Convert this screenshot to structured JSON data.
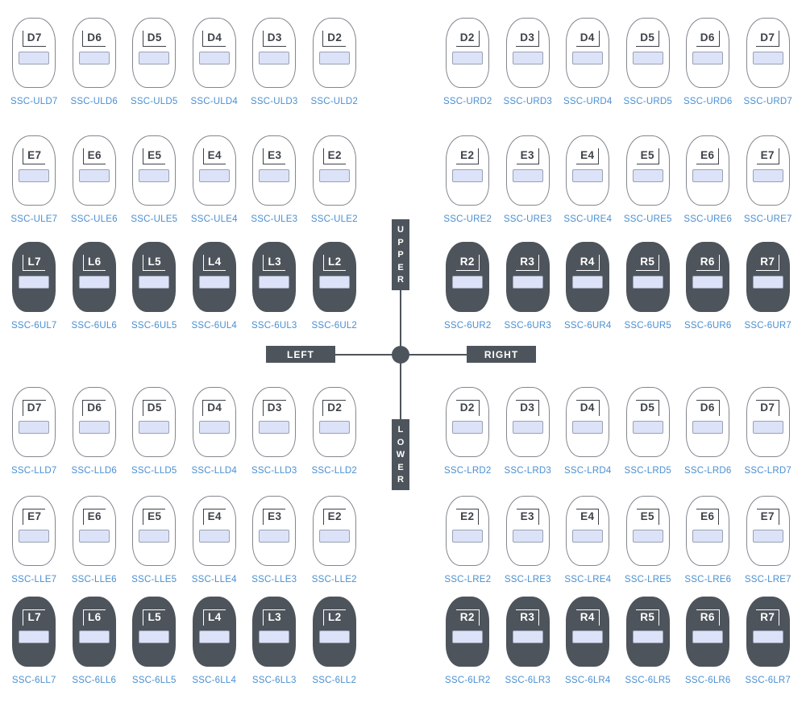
{
  "colors": {
    "link_blue": "#4A8FD1",
    "dark_slate": "#4E545B",
    "band_fill": "#DCE2F8",
    "band_border": "#99A1B2",
    "tooth_outline": "#82878D",
    "label_ink": "#3E4349"
  },
  "center_cross": {
    "upper_label": "UPPER",
    "lower_label": "LOWER",
    "left_label": "LEFT",
    "right_label": "RIGHT"
  },
  "rows": [
    {
      "name": "upper-d",
      "arch": "upper",
      "style": "light",
      "left": [
        {
          "label": "D7",
          "code": "SSC-ULD7"
        },
        {
          "label": "D6",
          "code": "SSC-ULD6"
        },
        {
          "label": "D5",
          "code": "SSC-ULD5"
        },
        {
          "label": "D4",
          "code": "SSC-ULD4"
        },
        {
          "label": "D3",
          "code": "SSC-ULD3"
        },
        {
          "label": "D2",
          "code": "SSC-ULD2"
        }
      ],
      "right": [
        {
          "label": "D2",
          "code": "SSC-URD2"
        },
        {
          "label": "D3",
          "code": "SSC-URD3"
        },
        {
          "label": "D4",
          "code": "SSC-URD4"
        },
        {
          "label": "D5",
          "code": "SSC-URD5"
        },
        {
          "label": "D6",
          "code": "SSC-URD6"
        },
        {
          "label": "D7",
          "code": "SSC-URD7"
        }
      ]
    },
    {
      "name": "upper-e",
      "arch": "upper",
      "style": "light",
      "left": [
        {
          "label": "E7",
          "code": "SSC-ULE7"
        },
        {
          "label": "E6",
          "code": "SSC-ULE6"
        },
        {
          "label": "E5",
          "code": "SSC-ULE5"
        },
        {
          "label": "E4",
          "code": "SSC-ULE4"
        },
        {
          "label": "E3",
          "code": "SSC-ULE3"
        },
        {
          "label": "E2",
          "code": "SSC-ULE2"
        }
      ],
      "right": [
        {
          "label": "E2",
          "code": "SSC-URE2"
        },
        {
          "label": "E3",
          "code": "SSC-URE3"
        },
        {
          "label": "E4",
          "code": "SSC-URE4"
        },
        {
          "label": "E5",
          "code": "SSC-URE5"
        },
        {
          "label": "E6",
          "code": "SSC-URE6"
        },
        {
          "label": "E7",
          "code": "SSC-URE7"
        }
      ]
    },
    {
      "name": "upper-6",
      "arch": "upper",
      "style": "dark",
      "left": [
        {
          "label": "L7",
          "code": "SSC-6UL7"
        },
        {
          "label": "L6",
          "code": "SSC-6UL6"
        },
        {
          "label": "L5",
          "code": "SSC-6UL5"
        },
        {
          "label": "L4",
          "code": "SSC-6UL4"
        },
        {
          "label": "L3",
          "code": "SSC-6UL3"
        },
        {
          "label": "L2",
          "code": "SSC-6UL2"
        }
      ],
      "right": [
        {
          "label": "R2",
          "code": "SSC-6UR2"
        },
        {
          "label": "R3",
          "code": "SSC-6UR3"
        },
        {
          "label": "R4",
          "code": "SSC-6UR4"
        },
        {
          "label": "R5",
          "code": "SSC-6UR5"
        },
        {
          "label": "R6",
          "code": "SSC-6UR6"
        },
        {
          "label": "R7",
          "code": "SSC-6UR7"
        }
      ]
    },
    {
      "name": "lower-d",
      "arch": "lower",
      "style": "light",
      "left": [
        {
          "label": "D7",
          "code": "SSC-LLD7"
        },
        {
          "label": "D6",
          "code": "SSC-LLD6"
        },
        {
          "label": "D5",
          "code": "SSC-LLD5"
        },
        {
          "label": "D4",
          "code": "SSC-LLD4"
        },
        {
          "label": "D3",
          "code": "SSC-LLD3"
        },
        {
          "label": "D2",
          "code": "SSC-LLD2"
        }
      ],
      "right": [
        {
          "label": "D2",
          "code": "SSC-LRD2"
        },
        {
          "label": "D3",
          "code": "SSC-LRD3"
        },
        {
          "label": "D4",
          "code": "SSC-LRD4"
        },
        {
          "label": "D5",
          "code": "SSC-LRD5"
        },
        {
          "label": "D6",
          "code": "SSC-LRD6"
        },
        {
          "label": "D7",
          "code": "SSC-LRD7"
        }
      ]
    },
    {
      "name": "lower-e",
      "arch": "lower",
      "style": "light",
      "left": [
        {
          "label": "E7",
          "code": "SSC-LLE7"
        },
        {
          "label": "E6",
          "code": "SSC-LLE6"
        },
        {
          "label": "E5",
          "code": "SSC-LLE5"
        },
        {
          "label": "E4",
          "code": "SSC-LLE4"
        },
        {
          "label": "E3",
          "code": "SSC-LLE3"
        },
        {
          "label": "E2",
          "code": "SSC-LLE2"
        }
      ],
      "right": [
        {
          "label": "E2",
          "code": "SSC-LRE2"
        },
        {
          "label": "E3",
          "code": "SSC-LRE3"
        },
        {
          "label": "E4",
          "code": "SSC-LRE4"
        },
        {
          "label": "E5",
          "code": "SSC-LRE5"
        },
        {
          "label": "E6",
          "code": "SSC-LRE6"
        },
        {
          "label": "E7",
          "code": "SSC-LRE7"
        }
      ]
    },
    {
      "name": "lower-6",
      "arch": "lower",
      "style": "dark",
      "left": [
        {
          "label": "L7",
          "code": "SSC-6LL7"
        },
        {
          "label": "L6",
          "code": "SSC-6LL6"
        },
        {
          "label": "L5",
          "code": "SSC-6LL5"
        },
        {
          "label": "L4",
          "code": "SSC-6LL4"
        },
        {
          "label": "L3",
          "code": "SSC-6LL3"
        },
        {
          "label": "L2",
          "code": "SSC-6LL2"
        }
      ],
      "right": [
        {
          "label": "R2",
          "code": "SSC-6LR2"
        },
        {
          "label": "R3",
          "code": "SSC-6LR3"
        },
        {
          "label": "R4",
          "code": "SSC-6LR4"
        },
        {
          "label": "R5",
          "code": "SSC-6LR5"
        },
        {
          "label": "R6",
          "code": "SSC-6LR6"
        },
        {
          "label": "R7",
          "code": "SSC-6LR7"
        }
      ]
    }
  ]
}
